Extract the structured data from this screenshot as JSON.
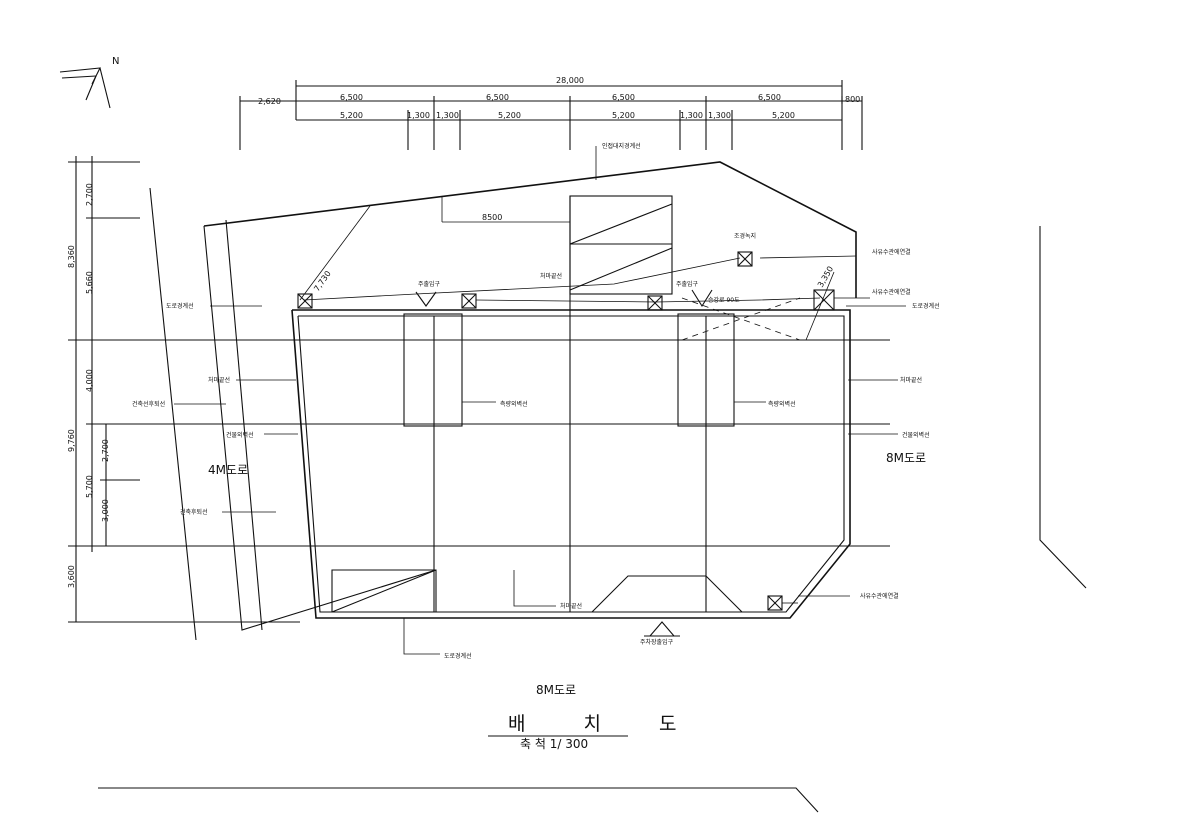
{
  "title": "배 치 도",
  "scale": "축 척 1/ 300",
  "north": "N",
  "roads": {
    "left": "4M도로",
    "right": "8M도로",
    "bottom": "8M도로"
  },
  "dimensions": {
    "total": "28,000",
    "top_row": [
      "2,620",
      "6,500",
      "6,500",
      "6,500",
      "6,500",
      "800"
    ],
    "second_row": [
      "5,200",
      "1,300",
      "1,300",
      "5,200",
      "5,200",
      "1,300",
      "1,300",
      "5,200"
    ],
    "left_outer": [
      "8,360",
      "9,760",
      "3,600"
    ],
    "left_inner": [
      "2,700",
      "5,660",
      "4,000",
      "5,700"
    ],
    "left_inner2": [
      "2,700",
      "3,000"
    ],
    "inner_8500": "8500",
    "diag_1": "7,730",
    "diag_2": "3,350"
  },
  "labels": {
    "adjacent_boundary": "인접대지경계선",
    "water_boundary": "조경녹지",
    "water_conn_1": "사유수관에연결",
    "water_conn_2": "사유수관에연결",
    "water_conn_3": "사유수관에연결",
    "entrance_1": "주출입구",
    "entrance_2": "주출입구",
    "roof_line": "처마끝선",
    "building_line_left": "처마끝선",
    "building_line_right": "처마끝선",
    "bottom_eave": "처마끝선",
    "center_line_1": "측량외벽선",
    "center_line_2": "측량외벽선",
    "wall_line_left": "건물외벽선",
    "wall_line_right": "건물외벽선",
    "road_boundary_left": "도로경계선",
    "road_boundary_right": "도로경계선",
    "road_boundary_bottom": "도로경계선",
    "build_line": "건축선후퇴선",
    "setback_line": "건축후퇴선",
    "parking_entrance": "주차장출입구",
    "lift": "승강로 90도"
  }
}
